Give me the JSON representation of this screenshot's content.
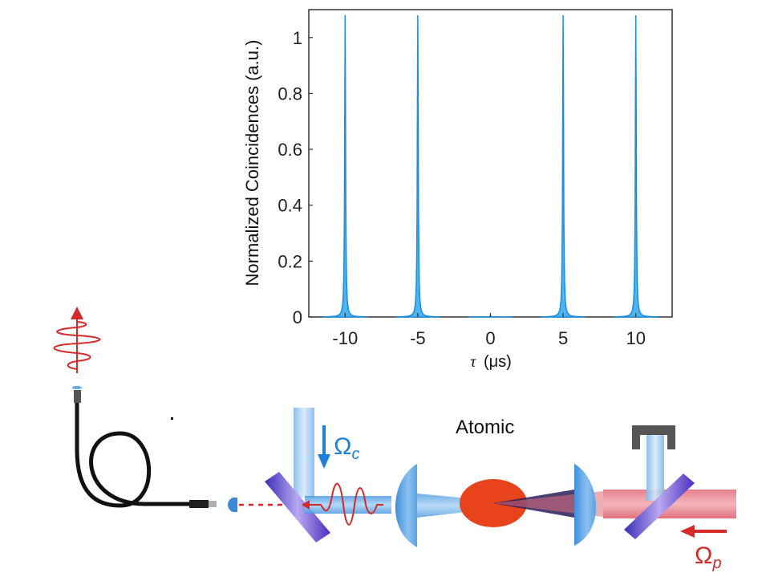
{
  "chart_data": {
    "type": "line",
    "ylabel": "Normalized Coincidences (a.u.)",
    "xlabel_symbol": "τ",
    "xlabel_unit": "(μs)",
    "x_ticks": [
      "-10",
      "-5",
      "0",
      "5",
      "10"
    ],
    "y_ticks": [
      "0",
      "0.2",
      "0.4",
      "0.6",
      "0.8",
      "1"
    ],
    "xlim": [
      -12.5,
      12.5
    ],
    "ylim": [
      0,
      1.1
    ],
    "peaks": [
      {
        "x": -10,
        "y": 1.08
      },
      {
        "x": -5,
        "y": 1.08
      },
      {
        "x": 0,
        "y": 0.005
      },
      {
        "x": 5,
        "y": 1.08
      },
      {
        "x": 10,
        "y": 1.08
      }
    ],
    "series_color": "#1a8fe0",
    "fill_color": "#4fb3f0"
  },
  "diagram": {
    "atomic_label": "Atomic",
    "omega_c_main": "Ω",
    "omega_c_sub": "c",
    "omega_p_main": "Ω",
    "omega_p_sub": "p",
    "colors": {
      "blue": "#1f7fd6",
      "red": "#d42a2a",
      "atom": "#e8441c",
      "mirror": "#6a3cc7"
    }
  }
}
